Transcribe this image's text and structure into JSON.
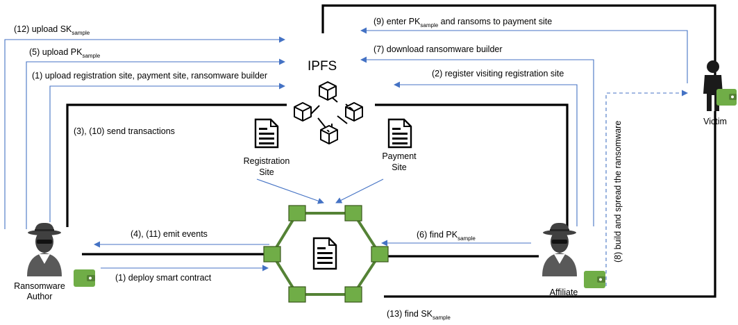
{
  "title": "IPFS",
  "nodes": {
    "author_line1": "Ransomware",
    "author_line2": "Author",
    "affiliate": "Affiliate",
    "victim": "Victim",
    "registration_line1": "Registration",
    "registration_line2": "Site",
    "payment_line1": "Payment",
    "payment_line2": "Site"
  },
  "edges": {
    "e12": {
      "text": "(12) upload SK",
      "sub": "sample"
    },
    "e5": {
      "text": "(5) upload PK",
      "sub": "sample"
    },
    "e1a": {
      "text": "(1) upload registration site, payment site, ransomware builder"
    },
    "e9": {
      "text": "(9) enter PK",
      "sub": "sample",
      "rest": " and ransoms to payment site"
    },
    "e7": {
      "text": "(7) download ransomware builder"
    },
    "e2": {
      "text": "(2) register visiting registration site"
    },
    "e3": {
      "text": "(3), (10) send transactions"
    },
    "e4": {
      "text": "(4), (11) emit events"
    },
    "e1b": {
      "text": "(1) deploy smart contract"
    },
    "e6": {
      "text": "(6) find PK",
      "sub": "sample"
    },
    "e8": {
      "text": "(8) build and spread the ransomware"
    },
    "e13": {
      "text": "(13) find SK",
      "sub": "sample"
    }
  },
  "colors": {
    "arrow": "#4472c4",
    "wallet": "#70ad47",
    "node_green": "#548235",
    "node_dark": "#38571a",
    "person": "#404040",
    "victim": "#1a1a1a"
  },
  "icons": [
    "ipfs-network-icon",
    "document-icon",
    "hacker-icon",
    "wallet-icon",
    "victim-person-icon",
    "blockchain-icon"
  ]
}
